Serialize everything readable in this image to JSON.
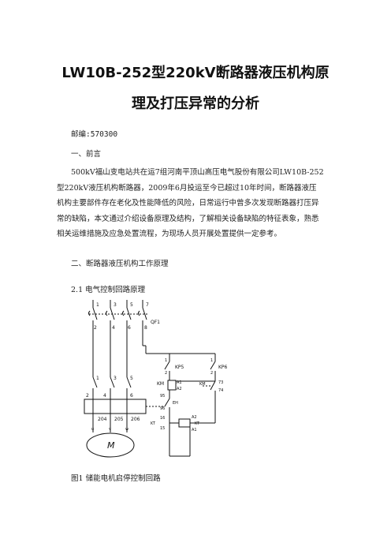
{
  "title": {
    "line1": "LW10B-252型220kV断路器液压机构原",
    "line2": "理及打压异常的分析"
  },
  "postcode": "邮编:570300",
  "section1": {
    "heading": "一、前言"
  },
  "intro": {
    "lines": [
      "500kV福山变电站共在运7组河南平顶山高压电气股份有限公司LW10B-252",
      "型220kV液压机构断路器，2009年6月投运至今已超过10年时间，断路器液压",
      "机构主要部件存在老化及性能降低的风险，日常运行中曾多次发现断路器打压异",
      "常的缺陷，本文通过介绍设备原理及结构，了解相关设备缺陷的特征表象，熟悉",
      "相关运维措施及应急处置流程，为现场人员开展处置提供一定参考。"
    ]
  },
  "section2": {
    "heading": "二、断路器液压机构工作原理"
  },
  "subsection": {
    "heading": "2.1 电气控制回路原理"
  },
  "diagram": {
    "terminals_top": [
      "1",
      "3",
      "5",
      "7"
    ],
    "terminals_bottom": [
      "2",
      "4",
      "6",
      "8"
    ],
    "qf_label": "QF1",
    "km_top": [
      "1",
      "3",
      "5"
    ],
    "km_bottom": [
      "2",
      "4",
      "6"
    ],
    "phase_terminals": [
      "204",
      "205",
      "206"
    ],
    "motor_leads": [
      "u",
      "v",
      "w"
    ],
    "motor_symbol": "M",
    "kp5": {
      "label": "KP5",
      "t1": "1",
      "t2": "2"
    },
    "kp6": {
      "label": "KP6",
      "t1": "1",
      "t2": "2"
    },
    "km_coil": {
      "label": "KM",
      "a1": "A1",
      "a2": "A2"
    },
    "km_contact": {
      "label": "KM",
      "t1": "73",
      "t2": "74"
    },
    "thermal": {
      "t1": "95",
      "t2": "96",
      "label": "EH"
    },
    "kt_contact": {
      "label": "KT",
      "t1": "16",
      "t2": "15"
    },
    "kt_coil": {
      "label": "KT",
      "a1": "A1",
      "a2": "A2"
    }
  },
  "figure_caption": "图1 储能电机启停控制回路"
}
